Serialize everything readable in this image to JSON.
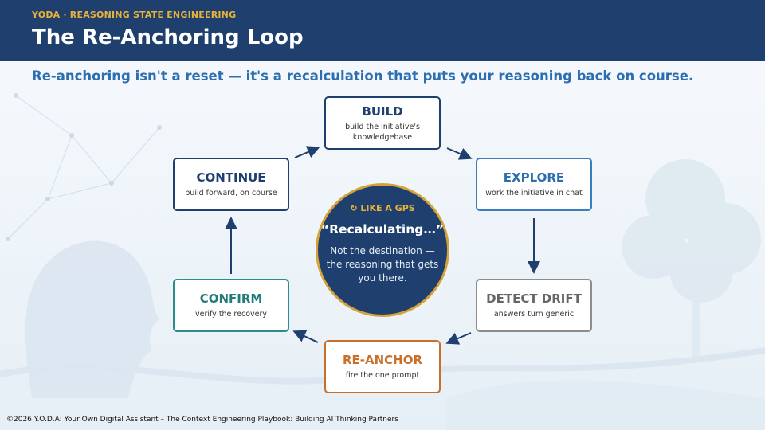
{
  "header": {
    "kicker": "YODA · REASONING STATE ENGINEERING",
    "title": "The Re-Anchoring Loop"
  },
  "subtitle": "Re-anchoring isn't a reset — it's a recalculation that puts your reasoning back on course.",
  "loop": [
    {
      "title": "BUILD",
      "description": "build the initiative's knowledgebase",
      "color": "#1f3f6e"
    },
    {
      "title": "EXPLORE",
      "description": "work the initiative in chat",
      "color": "#2c6eb0"
    },
    {
      "title": "DETECT DRIFT",
      "description": "answers turn generic",
      "color": "#666666"
    },
    {
      "title": "RE-ANCHOR",
      "description": "fire the one prompt",
      "color": "#c8702a"
    },
    {
      "title": "CONFIRM",
      "description": "verify the recovery",
      "color": "#227a7a"
    },
    {
      "title": "CONTINUE",
      "description": "build forward, on course",
      "color": "#1f3f6e"
    }
  ],
  "center": {
    "icon": "refresh-icon",
    "badge": "↻ LIKE A GPS",
    "headline": "“Recalculating…”",
    "description": "Not the destination — the reasoning that gets you there."
  },
  "footer": "©2026 Y.O.D.A: Your Own Digital Assistant – The Context Engineering Playbook: Building AI Thinking Partners",
  "colors": {
    "navy": "#1f3f6e",
    "gold": "#e8b23a",
    "accent_blue": "#2c6eb0",
    "orange": "#c8702a",
    "teal": "#227a7a"
  }
}
